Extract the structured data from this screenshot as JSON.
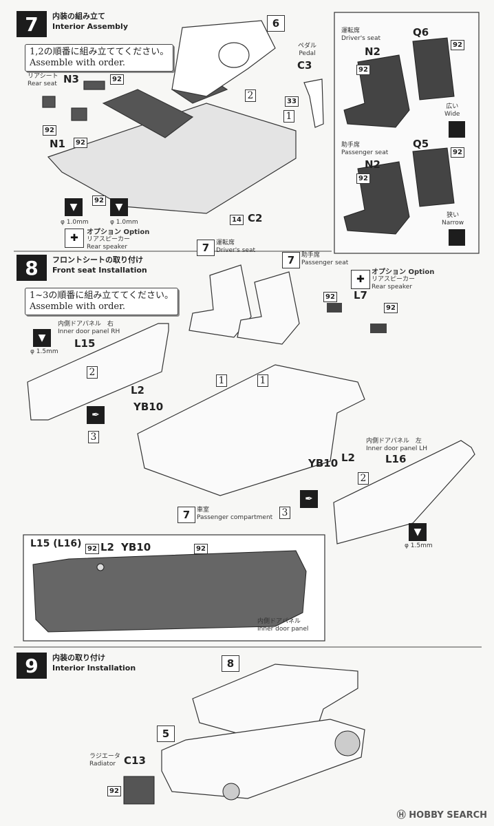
{
  "step7": {
    "number": "7",
    "title_jp": "内装の組み立て",
    "title_en": "Interior Assembly",
    "order_jp": "1,2の順番に組み立ててください。",
    "order_en": "Assemble with order.",
    "rear_seat_jp": "リアシート",
    "rear_seat_en": "Rear seat",
    "parts": {
      "n3": "N3",
      "n1": "N1",
      "c3": "C3",
      "c2": "C2",
      "ref6": "6"
    },
    "color_92": "92",
    "color_33": "33",
    "color_14": "14",
    "pedal_jp": "ペダル",
    "pedal_en": "Pedal",
    "drill_1": "φ 1.0mm",
    "drill_2": "φ 1.0mm",
    "option_jp": "オプション Option",
    "option_sub_jp": "リアスピーカー",
    "option_sub_en": "Rear speaker",
    "sub1": "1",
    "sub2": "2"
  },
  "seats_panel": {
    "driver_jp": "運転席",
    "driver_en": "Driver's seat",
    "n2a": "N2",
    "q6": "Q6",
    "wide_jp": "広い",
    "wide_en": "Wide",
    "passenger_jp": "助手席",
    "passenger_en": "Passenger seat",
    "n2b": "N2",
    "q5": "Q5",
    "narrow_jp": "狭い",
    "narrow_en": "Narrow"
  },
  "step8": {
    "number": "8",
    "title_jp": "フロントシートの取り付け",
    "title_en": "Front seat Installation",
    "order_jp": "1~3の順番に組み立ててください。",
    "order_en": "Assemble with order.",
    "ref7a": "7",
    "ref7b": "7",
    "ref7c": "7",
    "driver_jp": "運転席",
    "driver_en": "Driver's seat",
    "passenger_jp": "助手席",
    "passenger_en": "Passenger seat",
    "option_jp": "オプション Option",
    "option_sub_jp": "リアスピーカー",
    "option_sub_en": "Rear speaker",
    "l7": "L7",
    "door_rh_jp": "内側ドアパネル　右",
    "door_rh_en": "Inner door panel RH",
    "l15": "L15",
    "l2a": "L2",
    "yb10a": "YB10",
    "door_lh_jp": "内側ドアパネル　左",
    "door_lh_en": "Inner door panel LH",
    "l16": "L16",
    "l2b": "L2",
    "yb10b": "YB10",
    "drill_a": "φ 1.5mm",
    "drill_b": "φ 1.5mm",
    "cabin_jp": "車室",
    "cabin_en": "Passenger compartment",
    "sub1": "1",
    "sub2": "2",
    "sub3": "3"
  },
  "detail": {
    "title": "L15 (L16)",
    "l2": "L2",
    "yb10": "YB10",
    "c92a": "92",
    "c92b": "92",
    "caption_jp": "内側ドアパネル",
    "caption_en": "Inner door panel"
  },
  "step9": {
    "number": "9",
    "title_jp": "内装の取り付け",
    "title_en": "Interior Installation",
    "ref8": "8",
    "ref5": "5",
    "radiator_jp": "ラジエータ",
    "radiator_en": "Radiator",
    "c13": "C13",
    "c92": "92"
  },
  "watermark": "HOBBY SEARCH"
}
